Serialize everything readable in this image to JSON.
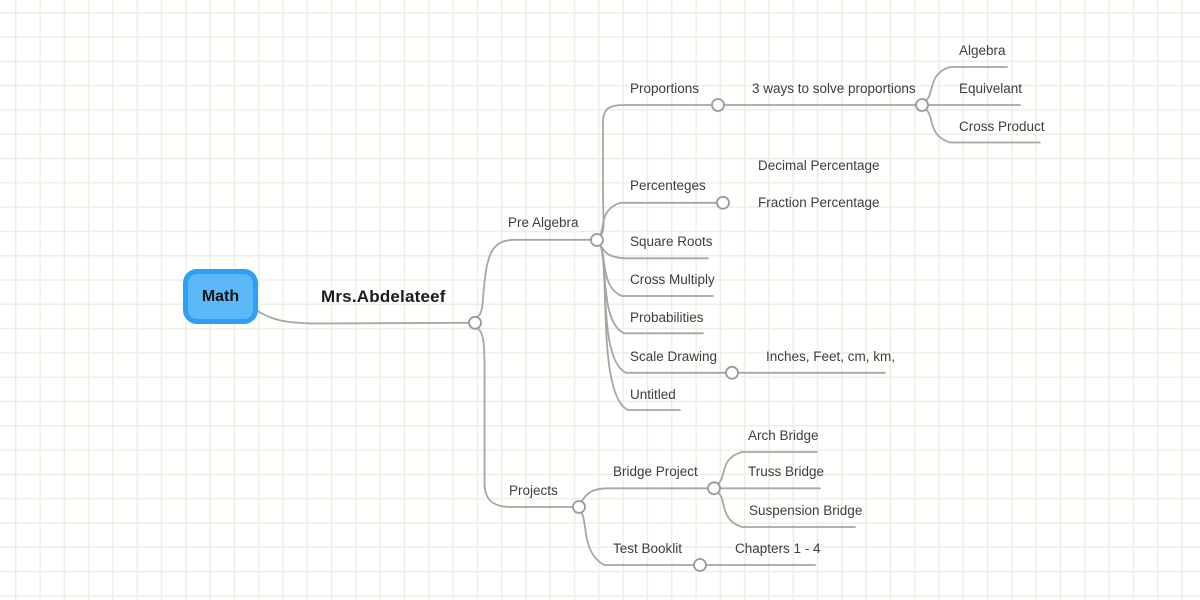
{
  "canvas": {
    "background": "#ffffff",
    "grid_color": "#ebf1e1",
    "edge_color": "#a6a6a6",
    "connector_fill": "#ffffff",
    "connector_stroke": "#9a9a9a",
    "text_color": "#3d3d3d"
  },
  "root_node": {
    "label": "Math",
    "fill": "#5cb9f9",
    "border": "#2e9ff5"
  },
  "nodes": {
    "teacher": {
      "label": "Mrs.Abdelateef",
      "parent": "math"
    },
    "pre_algebra": {
      "label": "Pre Algebra",
      "parent": "teacher"
    },
    "proportions": {
      "label": "Proportions",
      "parent": "pre_algebra"
    },
    "three_ways": {
      "label": "3 ways to solve proportions",
      "parent": "proportions"
    },
    "algebra": {
      "label": "Algebra",
      "parent": "three_ways"
    },
    "equivelant": {
      "label": "Equivelant",
      "parent": "three_ways"
    },
    "cross_product": {
      "label": "Cross Product",
      "parent": "three_ways"
    },
    "percenteges": {
      "label": "Percenteges",
      "parent": "pre_algebra"
    },
    "decimal_percentage": {
      "label": "Decimal Percentage",
      "parent": "percenteges"
    },
    "fraction_percentage": {
      "label": "Fraction Percentage",
      "parent": "percenteges"
    },
    "square_roots": {
      "label": "Square Roots",
      "parent": "pre_algebra"
    },
    "cross_multiply": {
      "label": "Cross Multiply",
      "parent": "pre_algebra"
    },
    "probabilities": {
      "label": "Probabilities",
      "parent": "pre_algebra"
    },
    "scale_drawing": {
      "label": "Scale Drawing",
      "parent": "pre_algebra"
    },
    "units": {
      "label": "Inches, Feet, cm, km,",
      "parent": "scale_drawing"
    },
    "untitled": {
      "label": "Untitled",
      "parent": "pre_algebra"
    },
    "projects": {
      "label": "Projects",
      "parent": "teacher"
    },
    "bridge_project": {
      "label": "Bridge Project",
      "parent": "projects"
    },
    "arch_bridge": {
      "label": "Arch Bridge",
      "parent": "bridge_project"
    },
    "truss_bridge": {
      "label": "Truss Bridge",
      "parent": "bridge_project"
    },
    "suspension_bridge": {
      "label": "Suspension Bridge",
      "parent": "bridge_project"
    },
    "test_booklit": {
      "label": "Test Booklit",
      "parent": "projects"
    },
    "chapters": {
      "label": "Chapters 1 - 4",
      "parent": "test_booklit"
    }
  }
}
